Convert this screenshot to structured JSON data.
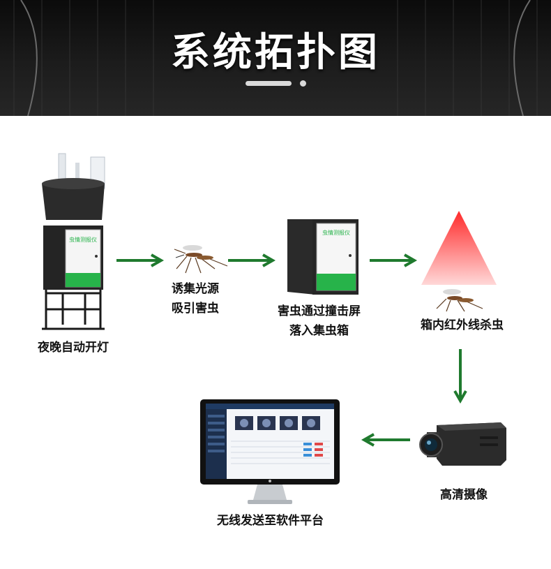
{
  "header": {
    "title": "系统拓扑图"
  },
  "device": {
    "brand_label": "虫情测报仪"
  },
  "steps": [
    {
      "line1": "夜晚自动开灯"
    },
    {
      "line1": "诱集光源",
      "line2": "吸引害虫"
    },
    {
      "line1": "害虫通过撞击屏",
      "line2": "落入集虫箱"
    },
    {
      "line1": "箱内红外线杀虫"
    },
    {
      "line1": "高清摄像"
    },
    {
      "line1": "无线发送至软件平台"
    }
  ],
  "colors": {
    "arrow": "#1f7a2e",
    "device_green": "#27b34a",
    "ir_red": "#ff4c4c",
    "header_bg": "#141414"
  },
  "icons": [
    "insect-trap-device-icon",
    "mosquito-icon",
    "collection-box-icon",
    "infrared-beam-icon",
    "hd-camera-icon",
    "monitor-software-icon",
    "arrow-right-icon",
    "arrow-down-icon",
    "arrow-left-icon"
  ]
}
